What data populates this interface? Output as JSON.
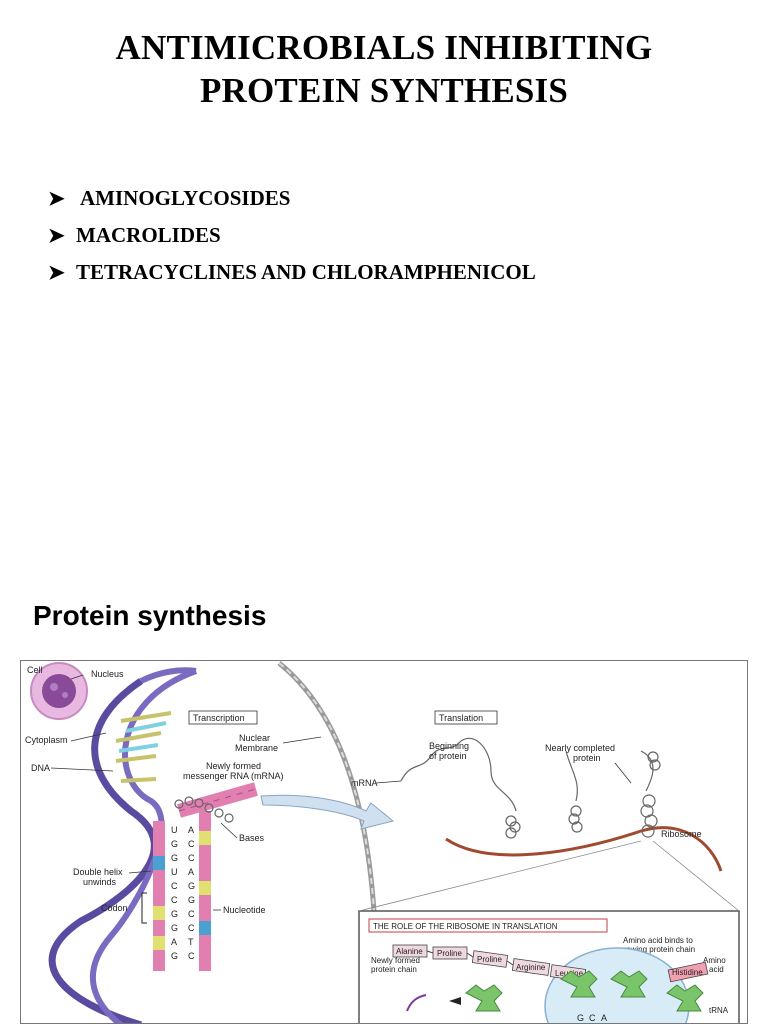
{
  "slide": {
    "title_line1": "ANTIMICROBIALS INHIBITING",
    "title_line2": "PROTEIN SYNTHESIS",
    "bullets": [
      "AMINOGLYCOSIDES",
      "MACROLIDES",
      "TETRACYCLINES AND CHLORAMPHENICOL"
    ],
    "bullet_icon": "arrow-bullet-icon",
    "subtitle": "Protein synthesis"
  },
  "figure": {
    "cell_label": "Cell",
    "nucleus_label": "Nucleus",
    "cytoplasm_label": "Cytoplasm",
    "dna_label": "DNA",
    "transcription_label": "Transcription",
    "nuclear_membrane_label_1": "Nuclear",
    "nuclear_membrane_label_2": "Membrane",
    "mrna_new_label_1": "Newly formed",
    "mrna_new_label_2": "messenger RNA (mRNA)",
    "bases_label": "Bases",
    "double_helix_label_1": "Double helix",
    "double_helix_label_2": "unwinds",
    "codon_label": "Codon",
    "nucleotide_label": "Nucleotide",
    "translation_label": "Translation",
    "beginning_label_1": "Beginning",
    "beginning_label_2": "of protein",
    "nearly_label_1": "Nearly completed",
    "nearly_label_2": "protein",
    "mrna_label": "mRNA",
    "ribosome_label": "Ribosome",
    "inset_title": "THE ROLE OF THE RIBOSOME IN TRANSLATION",
    "amino_binds_label_1": "Amino acid binds to",
    "amino_binds_label_2": "growing protein chain",
    "amino_acid_label_1": "Amino",
    "amino_acid_label_2": "acid",
    "trna_label": "tRNA",
    "newly_chain_label_1": "Newly formed",
    "newly_chain_label_2": "protein chain",
    "chain": [
      "Alanine",
      "Proline",
      "Proline",
      "Arginine",
      "Leucine",
      "Histidine"
    ],
    "left_bases": [
      "U",
      "G",
      "G",
      "U",
      "C",
      "C",
      "G",
      "G",
      "A",
      "G"
    ],
    "right_bases": [
      "A",
      "C",
      "C",
      "A",
      "G",
      "G",
      "C",
      "C",
      "T",
      "C"
    ],
    "bottom_bases": [
      "G",
      "C",
      "A"
    ]
  }
}
